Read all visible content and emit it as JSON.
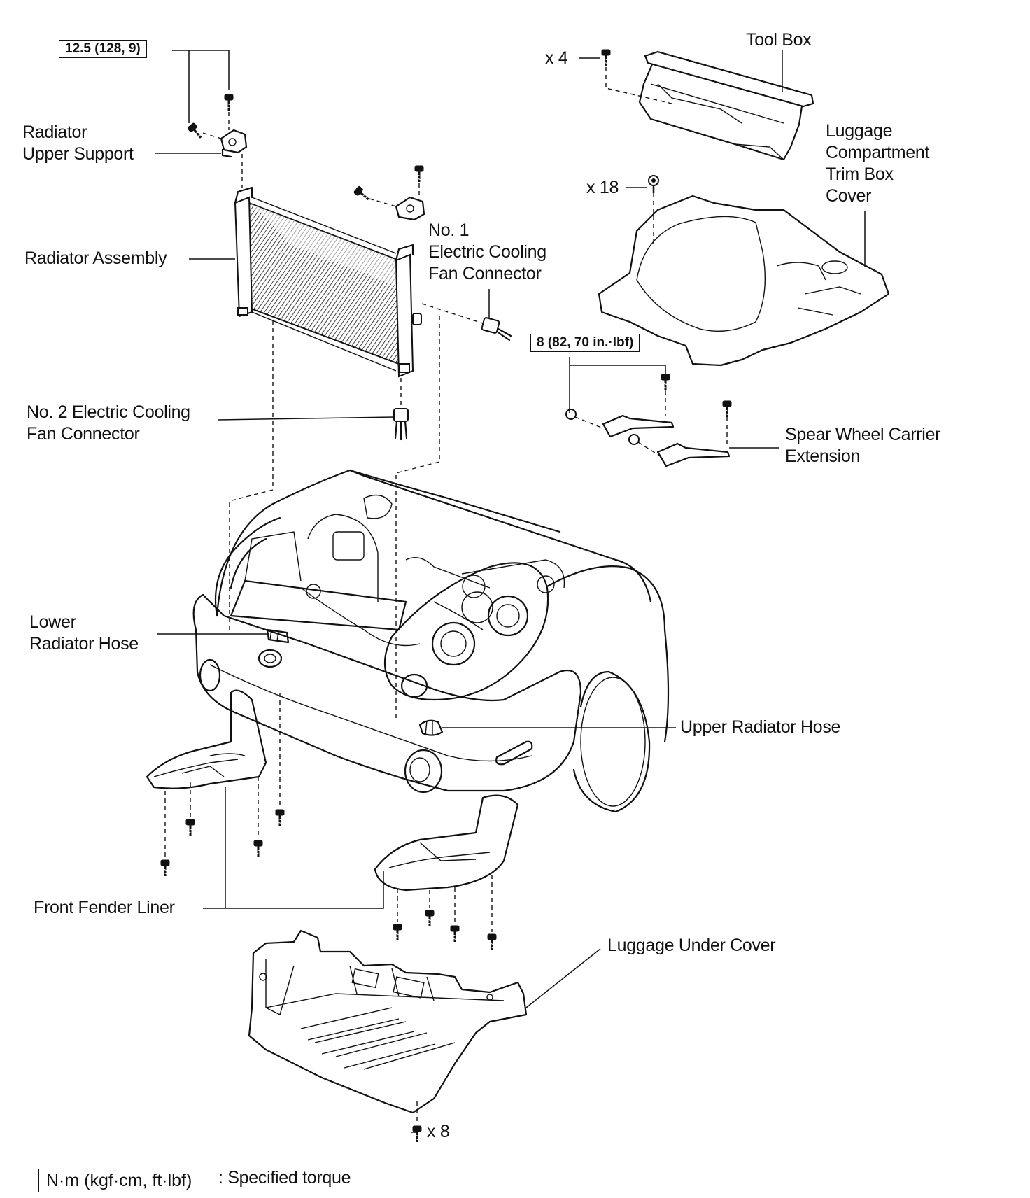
{
  "labels": {
    "radiator_upper_support": [
      "Radiator",
      "Upper Support"
    ],
    "radiator_assembly": "Radiator Assembly",
    "no1_connector": [
      "No. 1",
      "Electric Cooling",
      "Fan Connector"
    ],
    "no2_connector": [
      "No. 2 Electric Cooling",
      "Fan Connector"
    ],
    "lower_radiator_hose": [
      "Lower",
      "Radiator Hose"
    ],
    "upper_radiator_hose": "Upper Radiator Hose",
    "front_fender_liner": "Front Fender Liner",
    "luggage_under_cover": "Luggage Under Cover",
    "tool_box": "Tool Box",
    "trim_box_cover": [
      "Luggage",
      "Compartment",
      "Trim Box",
      "Cover"
    ],
    "spare_wheel_carrier": [
      "Spear Wheel Carrier",
      "Extension"
    ]
  },
  "torque_specs": {
    "radiator_support": "12.5 (128, 9)",
    "carrier_extension": "8 (82, 70 in.·lbf)"
  },
  "quantities": {
    "tool_box_bolts": "x 4",
    "trim_cover_clips": "x 18",
    "under_cover_bolts": "x 8"
  },
  "legend": {
    "unit_box": "N·m (kgf·cm, ft·lbf)",
    "description": ": Specified torque"
  }
}
